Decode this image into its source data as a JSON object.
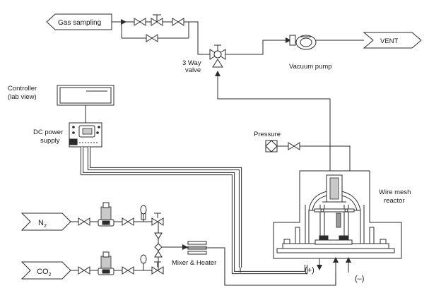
{
  "labels": {
    "gas_sampling": "Gas sampling",
    "vent": "VENT",
    "three_way_valve_line1": "3 Way",
    "three_way_valve_line2": "valve",
    "vacuum_pump": "Vacuum pump",
    "controller_line1": "Controller",
    "controller_line2": "(lab view)",
    "dc_power_line1": "DC power",
    "dc_power_line2": "supply",
    "pressure": "Pressure",
    "reactor_line1": "Wire mesh",
    "reactor_line2": "reactor",
    "n2_base": "N",
    "n2_sub": "2",
    "co2_base": "CO",
    "co2_sub": "2",
    "mixer_heater": "Mixer & Heater",
    "plus_terminal": "(+)",
    "minus_terminal": "(–)"
  },
  "icons": {
    "valve": "bowtie-valve-icon",
    "three_way_valve": "three-way-valve-icon",
    "pump": "vacuum-pump-icon",
    "regulator": "pressure-regulator-icon",
    "flowmeter": "rotameter-icon",
    "gauge": "pressure-gauge-icon"
  },
  "colors": {
    "line": "#2b2b2b",
    "background": "#ffffff"
  }
}
